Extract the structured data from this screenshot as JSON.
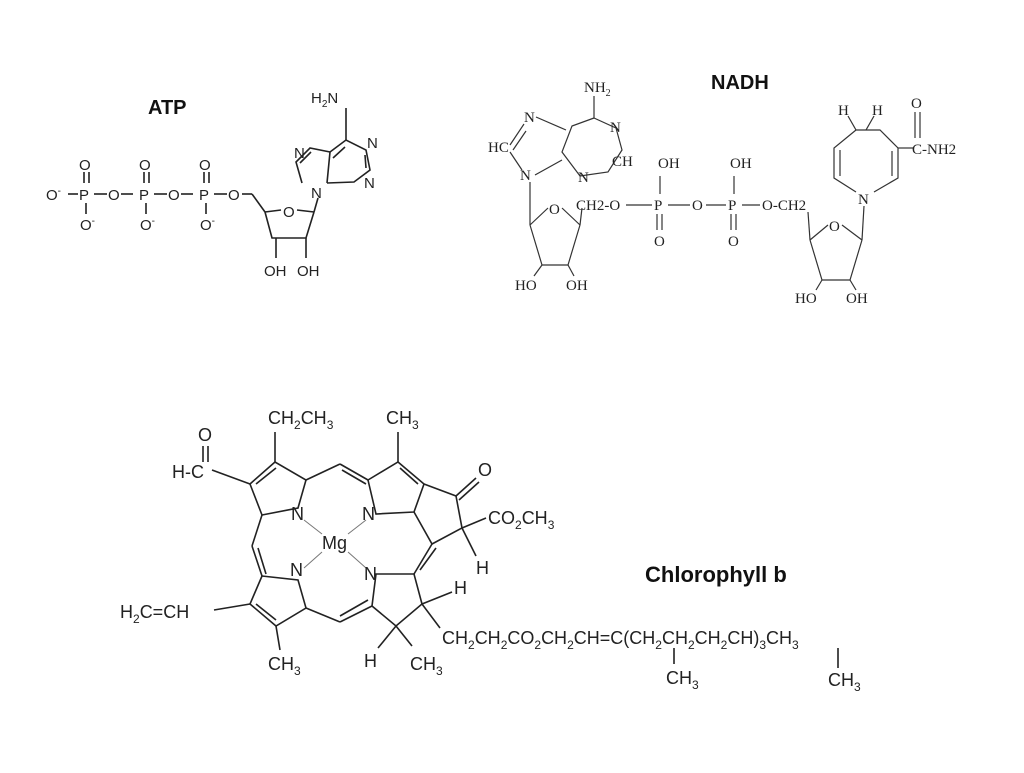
{
  "atp": {
    "title": "ATP",
    "labels": {
      "nh2": "H2N",
      "n": "N",
      "o": "O",
      "p": "P",
      "ominus": "O-",
      "oh": "OH"
    }
  },
  "nadh": {
    "title": "NADH",
    "labels": {
      "nh2_top": "NH2",
      "hc": "HC",
      "ch": "CH",
      "n": "N",
      "o": "O",
      "oh": "OH",
      "ho": "HO",
      "p": "P",
      "ch2_o": "CH2-O",
      "o_ch2": "O-CH2",
      "h": "H",
      "c_nh2": "C-NH2"
    }
  },
  "chlorophyll": {
    "title": "Chlorophyll  b",
    "labels": {
      "o": "O",
      "hc": "H-C",
      "ch2ch3": "CH2CH3",
      "ch3": "CH3",
      "n": "N",
      "mg": "Mg",
      "co2ch3": "CO2CH3",
      "h": "H",
      "h2cch": "H2C=CH",
      "chain": "CH2CH2CO2CH2CH=C(CH2CH2CH2CH)3CH3"
    }
  }
}
